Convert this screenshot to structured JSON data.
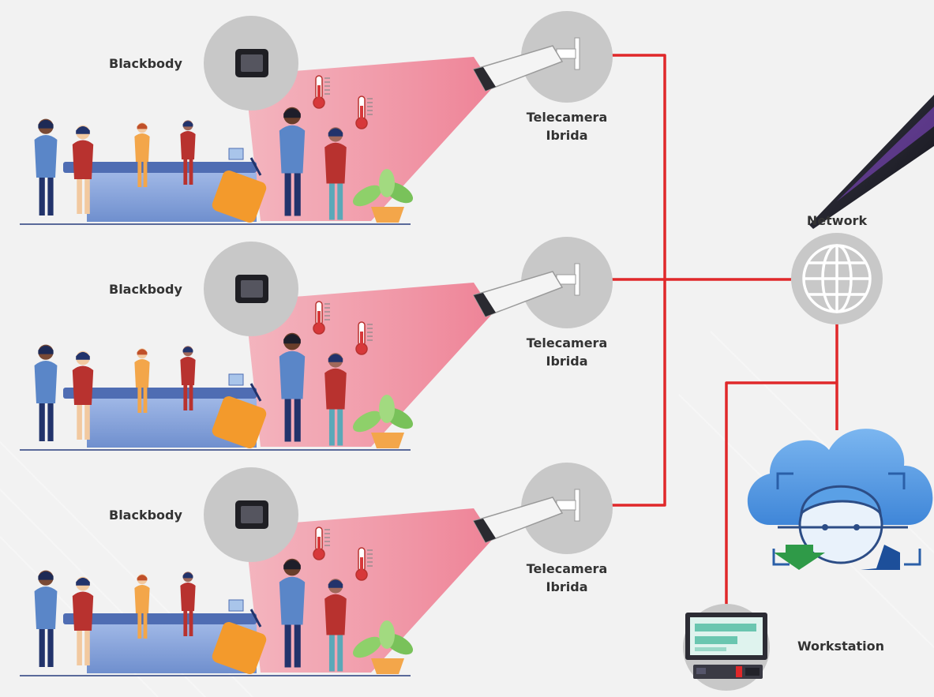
{
  "scene": {
    "rows": [
      {
        "blackbody_label": "Blackbody",
        "camera_label_line1": "Telecamera",
        "camera_label_line2": "Ibrida"
      },
      {
        "blackbody_label": "Blackbody",
        "camera_label_line1": "Telecamera",
        "camera_label_line2": "Ibrida"
      },
      {
        "blackbody_label": "Blackbody",
        "camera_label_line1": "Telecamera",
        "camera_label_line2": "Ibrida"
      }
    ],
    "network_label": "Network",
    "workstation_label": "Workstation"
  },
  "colors": {
    "wire": "#e0282a",
    "cone": "#f08a9a",
    "badge": "#c8c8c8",
    "cloud": "#5aa0e6",
    "desk": "#6f8fce",
    "figure_navy": "#22336b",
    "figure_red": "#b8322f",
    "luggage": "#f39a2c"
  },
  "icons": [
    "blackbody-device-icon",
    "thermometer-icon",
    "camera-icon",
    "globe-icon",
    "cloud-face-icon",
    "workstation-icon"
  ]
}
